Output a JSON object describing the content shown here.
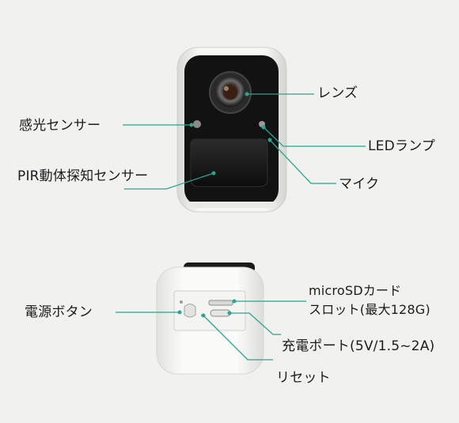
{
  "front_labels": {
    "lens": "レンズ",
    "light_sensor": "感光センサー",
    "led_lamp": "LEDランプ",
    "pir_sensor": "PIR動体探知センサー",
    "mic": "マイク"
  },
  "back_labels": {
    "power_button": "電源ボタン",
    "microsd_line1": "microSDカード",
    "microsd_line2": "スロット(最大128G)",
    "charge_port": "充電ポート(5V/1.5~2A)",
    "reset": "リセット"
  },
  "colors": {
    "background": "#f1f1ef",
    "leader_line": "#2aa58f",
    "leader_dot": "#2aa58f",
    "camera_shell": "#f4f4f2",
    "camera_face": "#121212"
  }
}
